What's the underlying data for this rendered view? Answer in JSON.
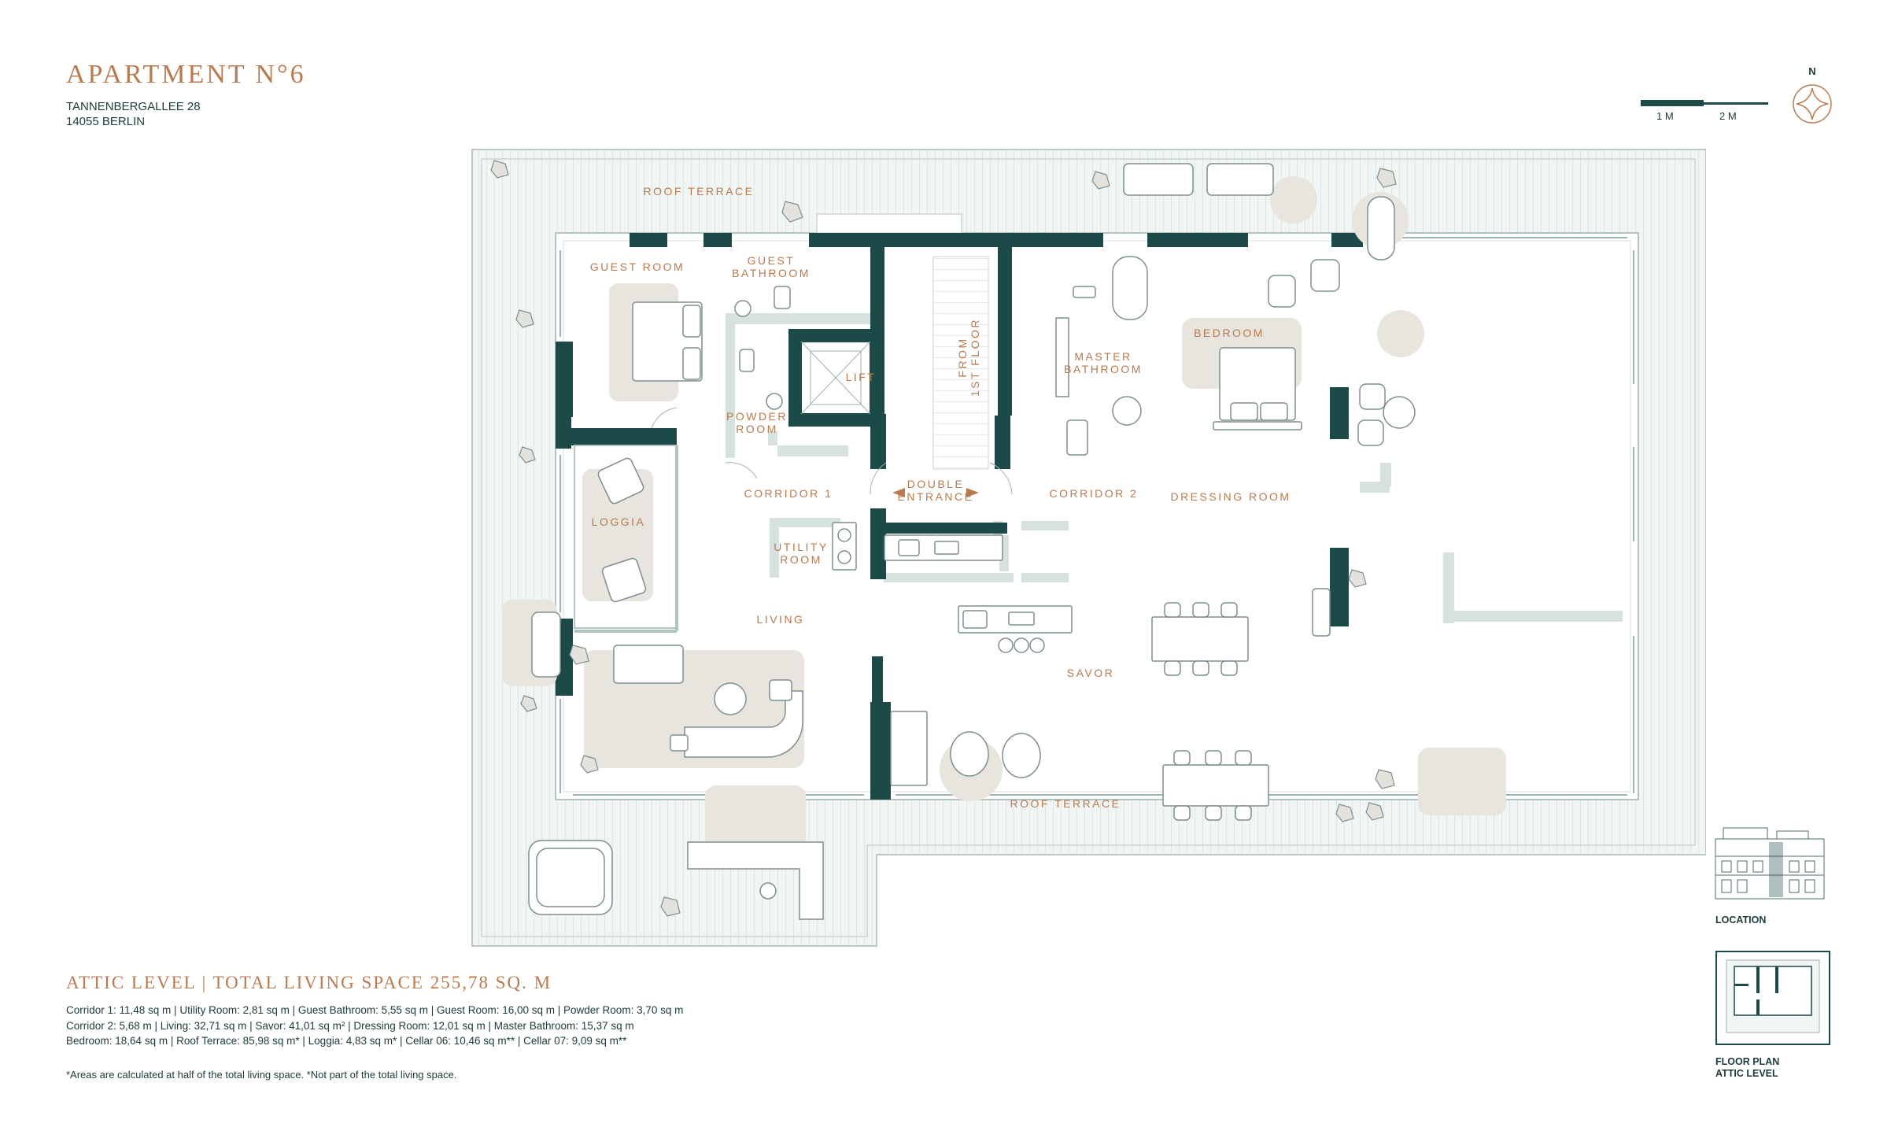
{
  "header": {
    "title": "APARTMENT N°6",
    "street": "TANNENBERGALLEE 28",
    "city": "14055 BERLIN"
  },
  "scale": {
    "label_1": "1 M",
    "label_2": "2 M"
  },
  "compass": {
    "label": "N"
  },
  "rooms": {
    "roof_terrace_top": "ROOF TERRACE",
    "guest_room": "GUEST ROOM",
    "guest_bathroom_1": "GUEST",
    "guest_bathroom_2": "BATHROOM",
    "lift": "LIFT",
    "powder_room_1": "POWDER",
    "powder_room_2": "ROOM",
    "from_first_floor_1": "FROM",
    "from_first_floor_2": "1ST FLOOR",
    "master_bathroom_1": "MASTER",
    "master_bathroom_2": "BATHROOM",
    "bedroom": "BEDROOM",
    "loggia": "LOGGIA",
    "corridor_1": "CORRIDOR 1",
    "double_entrance_1": "DOUBLE",
    "double_entrance_2": "ENTRANCE",
    "corridor_2": "CORRIDOR 2",
    "dressing_room": "DRESSING ROOM",
    "utility_room_1": "UTILITY",
    "utility_room_2": "ROOM",
    "living": "LIVING",
    "savor": "SAVOR",
    "roof_terrace_bottom": "ROOF TERRACE"
  },
  "summary": {
    "heading": "ATTIC LEVEL | TOTAL LIVING SPACE 255,78 SQ. M",
    "line_1": "Corridor 1: 11,48 sq m | Utility Room: 2,81 sq m | Guest Bathroom: 5,55 sq m | Guest Room: 16,00 sq m |  Powder Room: 3,70 sq m",
    "line_2": "Corridor 2: 5,68 m | Living: 32,71 sq m | Savor: 41,01 sq m² | Dressing Room: 12,01 sq m | Master Bathroom: 15,37 sq m",
    "line_3": "Bedroom: 18,64 sq m | Roof Terrace: 85,98 sq m* | Loggia: 4,83 sq m* | Cellar 06: 10,46 sq m** | Cellar 07: 9,09 sq m**",
    "footnote": "*Areas are calculated at half of the total living space. *Not part of the total living space."
  },
  "thumbnails": {
    "location": "LOCATION",
    "floor_plan_1": "FLOOR PLAN",
    "floor_plan_2": "ATTIC LEVEL"
  },
  "colors": {
    "accent": "#b87a4e",
    "wall": "#1c4a48",
    "text": "#1d3a3a",
    "furniture": "#e8e4de",
    "terrace": "#eef2f1",
    "fixture": "#d6e1e0"
  }
}
